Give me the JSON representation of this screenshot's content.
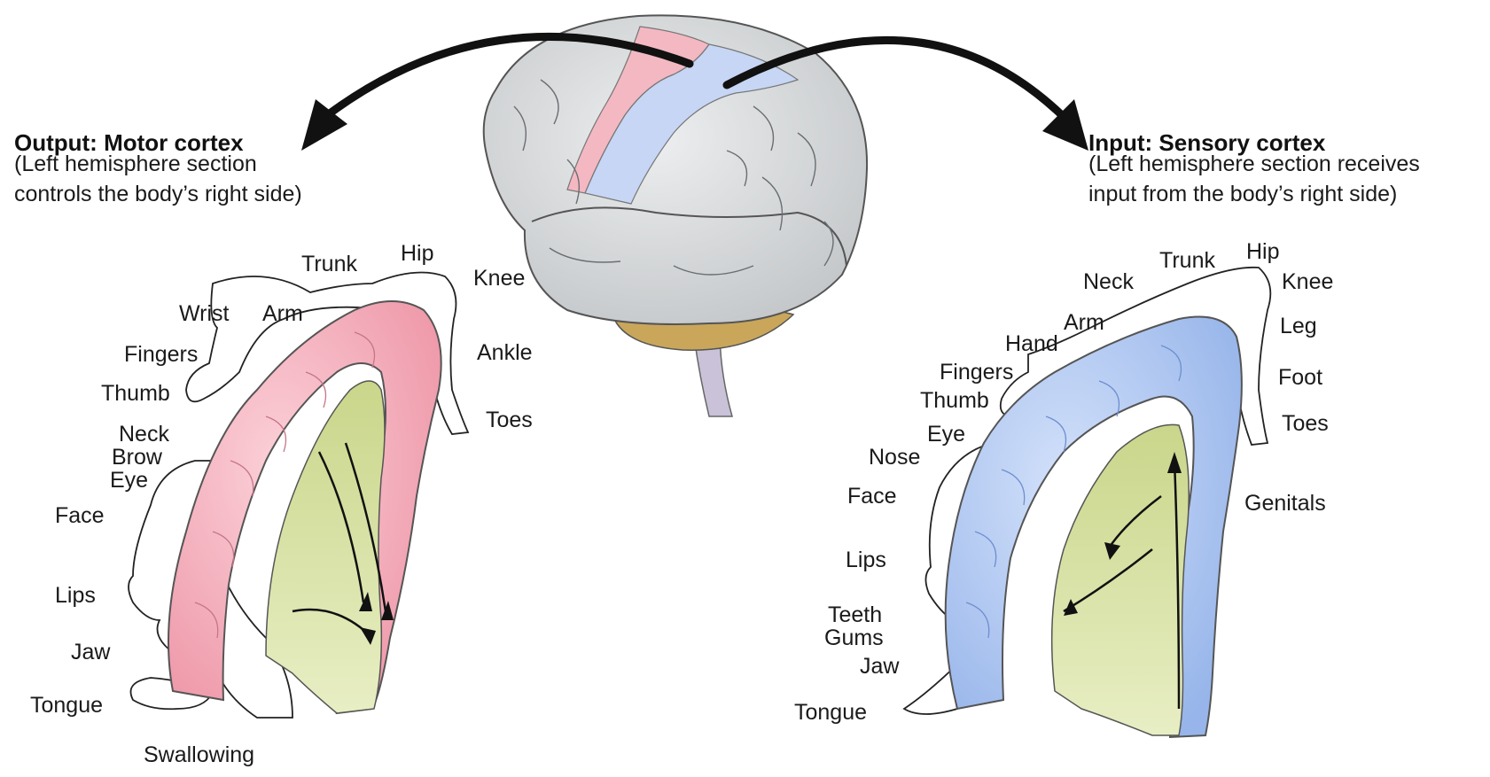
{
  "motor": {
    "title": "Output: Motor cortex",
    "subtitle_line1": "(Left hemisphere section",
    "subtitle_line2": "controls the body’s right side)",
    "labels": {
      "trunk": "Trunk",
      "hip": "Hip",
      "knee": "Knee",
      "wrist": "Wrist",
      "arm": "Arm",
      "fingers": "Fingers",
      "ankle": "Ankle",
      "thumb": "Thumb",
      "toes": "Toes",
      "neck": "Neck",
      "brow": "Brow",
      "eye": "Eye",
      "face": "Face",
      "lips": "Lips",
      "jaw": "Jaw",
      "tongue": "Tongue",
      "swallowing": "Swallowing"
    }
  },
  "sensory": {
    "title": "Input: Sensory cortex",
    "subtitle_line1": "(Left hemisphere section receives",
    "subtitle_line2": "input from the body’s right side)",
    "labels": {
      "trunk": "Trunk",
      "hip": "Hip",
      "neck": "Neck",
      "knee": "Knee",
      "arm": "Arm",
      "leg": "Leg",
      "hand": "Hand",
      "fingers": "Fingers",
      "foot": "Foot",
      "thumb": "Thumb",
      "toes": "Toes",
      "eye": "Eye",
      "nose": "Nose",
      "face": "Face",
      "genitals": "Genitals",
      "lips": "Lips",
      "teeth": "Teeth",
      "gums": "Gums",
      "jaw": "Jaw",
      "tongue": "Tongue"
    }
  },
  "colors": {
    "motor": "#f2a5b2",
    "sensory": "#a9c3ef",
    "brain": "#d6d8da",
    "white_matter": "#d7e0a2",
    "cerebellum": "#caa85a"
  }
}
